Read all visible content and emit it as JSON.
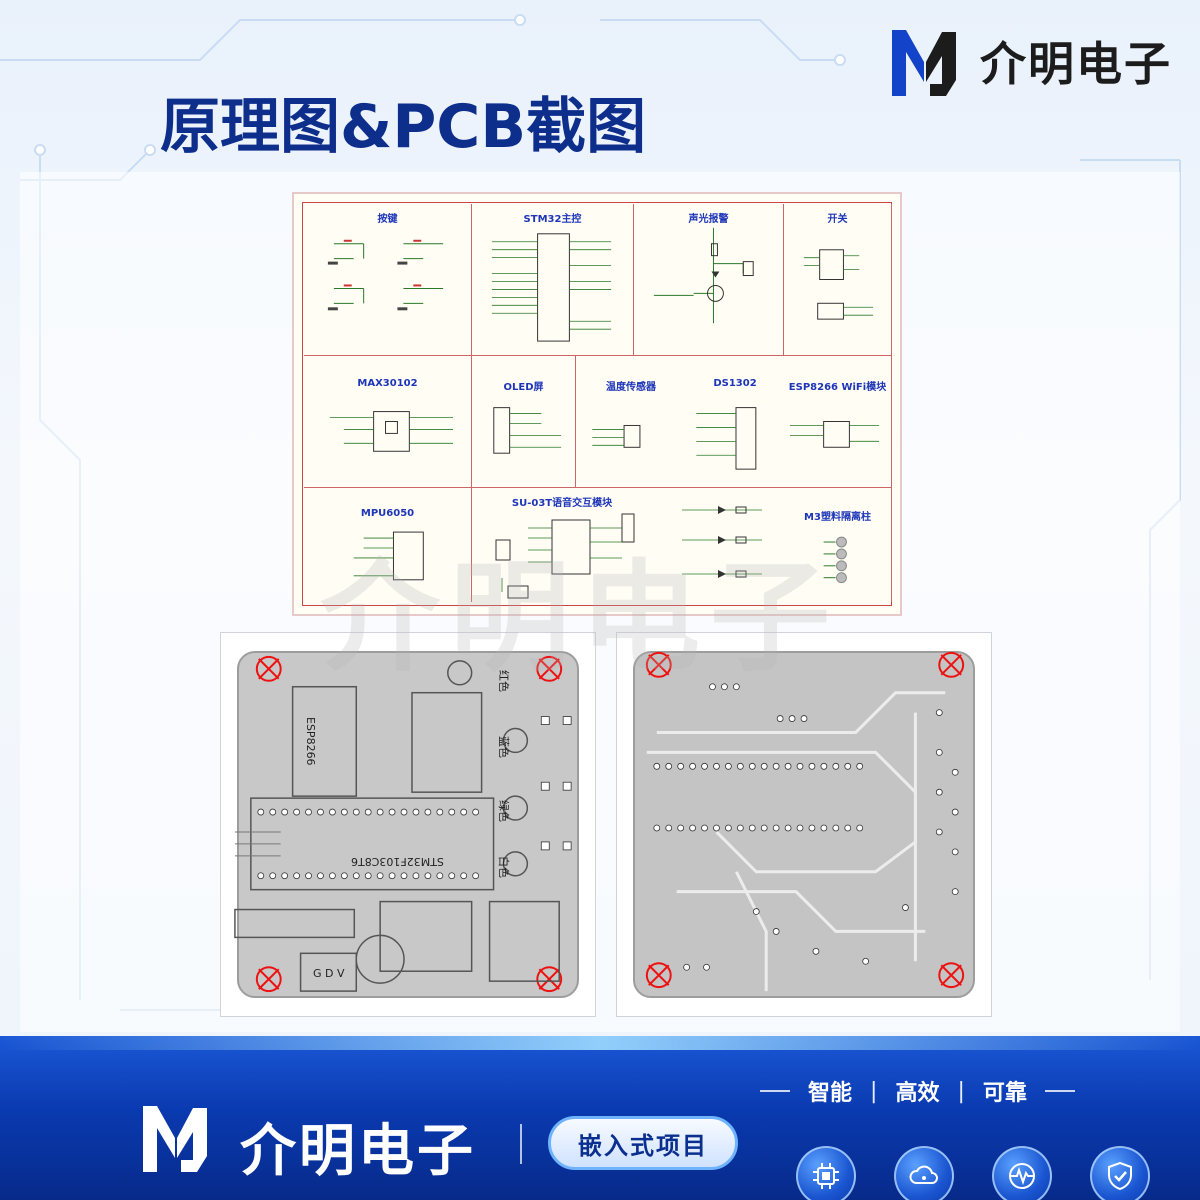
{
  "brand": {
    "name": "介明电子",
    "logo_icon": "jm-logo-icon",
    "watermark": "介明电子"
  },
  "page": {
    "title": "原理图&PCB截图"
  },
  "schematic": {
    "sections": [
      {
        "title": "按键"
      },
      {
        "title": "STM32主控"
      },
      {
        "title": "声光报警"
      },
      {
        "title": "开关"
      },
      {
        "title": "MAX30102"
      },
      {
        "title": "OLED屏"
      },
      {
        "title": "温度传感器"
      },
      {
        "title": "DS1302"
      },
      {
        "title": "ESP8266 WiFi模块"
      },
      {
        "title": "MPU6050"
      },
      {
        "title": "SU-03T语音交互模块"
      },
      {
        "title": "M3塑料隔离柱"
      }
    ],
    "colors": {
      "frame": "#cc4444",
      "title": "#1d35b8"
    }
  },
  "pcb": {
    "left_labels": {
      "esp": "ESP8266",
      "mcu": "STM32F103C8T6",
      "color_red": "红色",
      "color_blue": "蓝色",
      "color_green": "绿色",
      "color_white": "白色",
      "gdv": "G D V"
    }
  },
  "footer": {
    "brand_name": "介明电子",
    "tag": "嵌入式项目",
    "slogans": [
      "智能",
      "高效",
      "可靠"
    ],
    "icons": [
      "chip-icon",
      "cloud-icon",
      "pulse-icon",
      "shield-check-icon"
    ]
  }
}
